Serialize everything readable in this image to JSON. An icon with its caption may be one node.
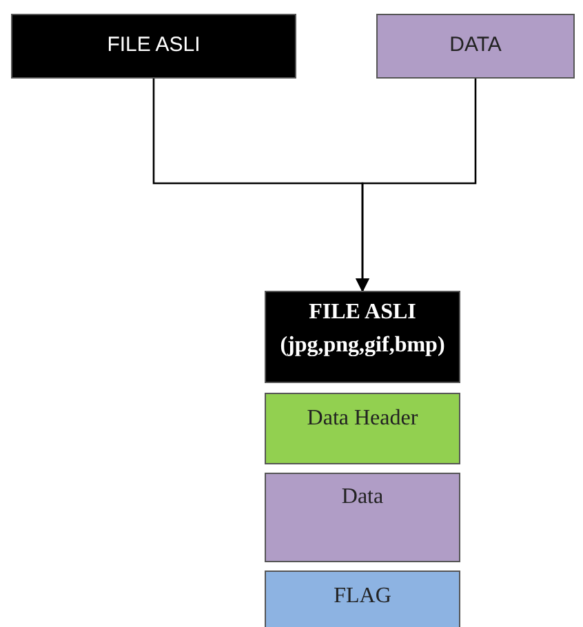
{
  "diagram": {
    "nodes": [
      {
        "text": [
          "FILE ASLI"
        ]
      },
      {
        "text": [
          "DATA"
        ]
      },
      {
        "text": [
          "FILE ASLI",
          "(jpg,png,gif,bmp)"
        ]
      },
      {
        "text": [
          "Data Header"
        ]
      },
      {
        "text": [
          "Data"
        ]
      },
      {
        "text": [
          "FLAG"
        ]
      }
    ],
    "edges": [
      {
        "from": 0,
        "to": 2,
        "arrow": "to"
      },
      {
        "from": 1,
        "to": 2,
        "arrow": "to"
      }
    ]
  }
}
